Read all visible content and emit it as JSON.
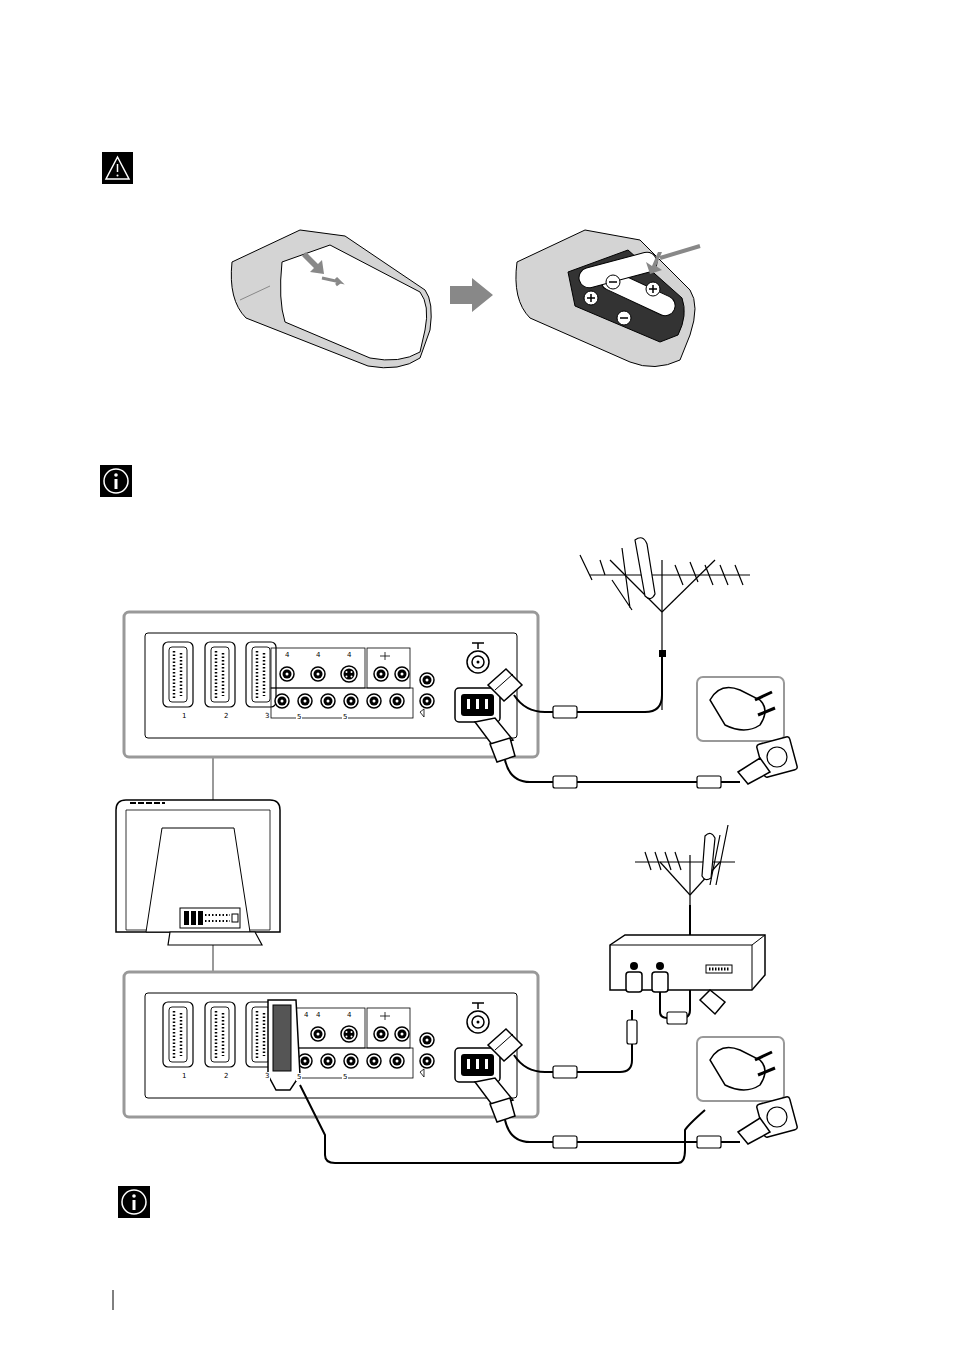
{
  "diagram": {
    "labels": [
      "1",
      "2",
      "3",
      "4",
      "4",
      "4",
      "5",
      "5",
      "1",
      "2",
      "3",
      "4",
      "4",
      "4",
      "5",
      "5"
    ]
  }
}
